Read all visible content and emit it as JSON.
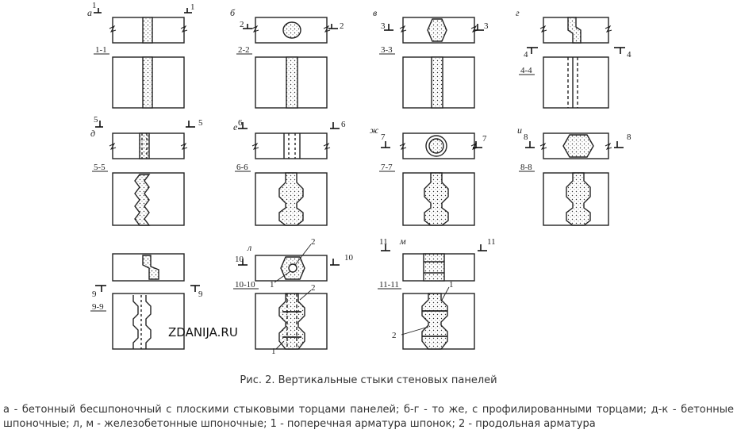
{
  "figure": {
    "watermark": "ZDANIJA.RU",
    "cells": [
      {
        "letter": "а",
        "cut": "1",
        "section": "1-1"
      },
      {
        "letter": "б",
        "cut": "2",
        "section": "2-2"
      },
      {
        "letter": "в",
        "cut": "3",
        "section": "3-3"
      },
      {
        "letter": "г",
        "cut": "4",
        "section": "4-4"
      },
      {
        "letter": "д",
        "cut": "5",
        "section": "5-5"
      },
      {
        "letter": "е",
        "cut": "6",
        "section": "6-6"
      },
      {
        "letter": "ж",
        "cut": "7",
        "section": "7-7"
      },
      {
        "letter": "и",
        "cut": "8",
        "section": "8-8"
      },
      {
        "letter": "",
        "cut": "9",
        "section": "9-9"
      },
      {
        "letter": "л",
        "cut": "10",
        "section": "10-10"
      },
      {
        "letter": "м",
        "cut": "11",
        "section": "11-11"
      }
    ],
    "callouts": {
      "one": "1",
      "two": "2"
    }
  },
  "caption": "Рис. 2. Вертикальные стыки стеновых панелей",
  "legend": "а - бетонный бесшпоночный с плоскими стыковыми торцами панелей; б-г - то же, с профилированными торцами; д-к - бетонные шпоночные; л, м - железобетонные шпоночные; 1 - поперечная арматура шпонок; 2 - продольная арматура"
}
